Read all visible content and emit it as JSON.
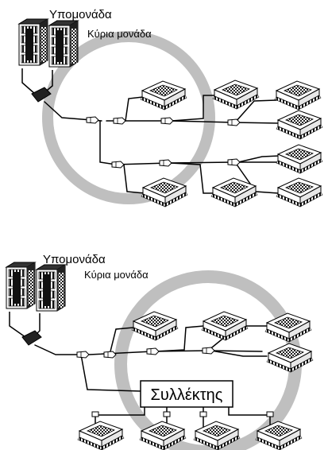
{
  "top_diagram": {
    "sub_unit_label": "Υπομονάδα",
    "main_unit_label": "Κύρια μονάδα"
  },
  "bottom_diagram": {
    "sub_unit_label": "Υπομονάδα",
    "main_unit_label": "Κύρια μονάδα",
    "header_label": "Συλλέκτης"
  },
  "colors": {
    "ring": "#bfbfbf",
    "pipe": "#000000",
    "background": "#ffffff"
  },
  "icons": {
    "outdoor_unit": "outdoor-unit-icon",
    "indoor_unit": "cassette-indoor-unit-icon",
    "branch_joint": "branch-joint-icon",
    "connector": "pipe-connector-icon"
  }
}
